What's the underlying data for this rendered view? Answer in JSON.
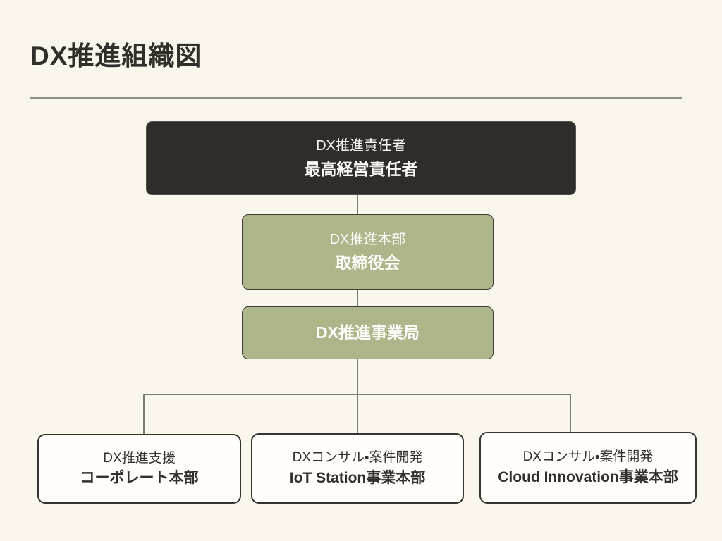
{
  "header": {
    "title": "DX推進組織図"
  },
  "colors": {
    "background": "#FBF6EC",
    "dark_node_fill": "#2F2C2A",
    "green_node_fill": "#AFB58B",
    "white_node_fill": "#FFFEFB",
    "node_border_dark": "#35332E",
    "connector_line": "#7D7B74",
    "title_text": "#322F2B",
    "light_text": "#FDFDFA",
    "dark_text": "#33302B"
  },
  "org_chart": {
    "nodes": {
      "ceo": {
        "role": "DX推進責任者",
        "name": "最高経営責任者"
      },
      "board": {
        "role": "DX推進本部",
        "name": "取締役会"
      },
      "bureau": {
        "name": "DX推進事業局"
      },
      "corporate": {
        "role": "DX推進支援",
        "name": "コーポレート本部"
      },
      "iot": {
        "role": "DXコンサル・案件開発",
        "name": "IoT Station事業本部"
      },
      "cloud": {
        "role": "DXコンサル・案件開発",
        "name": "Cloud Innovation事業本部"
      }
    },
    "edges": [
      {
        "from": "ceo",
        "to": "board"
      },
      {
        "from": "board",
        "to": "bureau"
      },
      {
        "from": "bureau",
        "to": "corporate"
      },
      {
        "from": "bureau",
        "to": "iot"
      },
      {
        "from": "bureau",
        "to": "cloud"
      }
    ]
  }
}
